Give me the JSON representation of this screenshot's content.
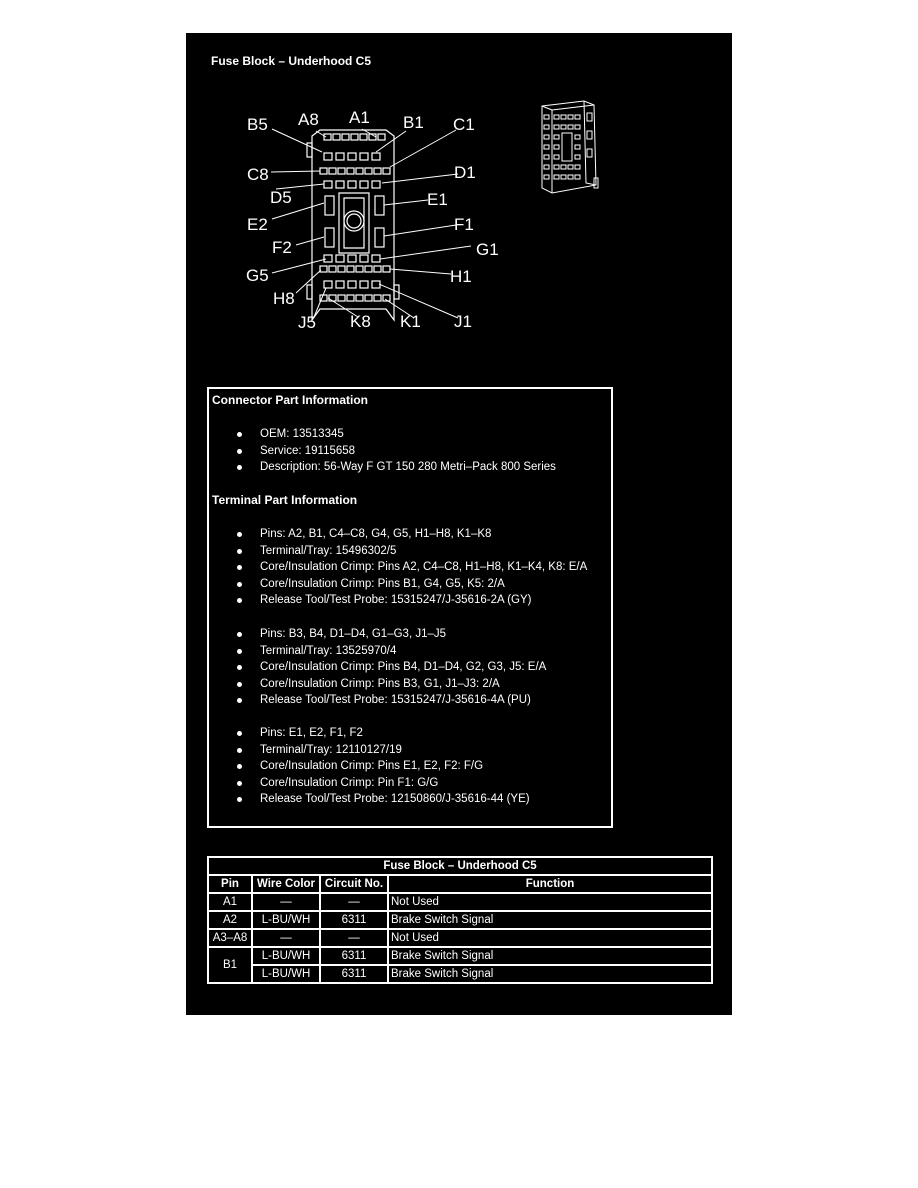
{
  "page_title": "Fuse Block – Underhood C5",
  "pin_labels": {
    "B5": "B5",
    "A8": "A8",
    "A1": "A1",
    "B1": "B1",
    "C1": "C1",
    "C8": "C8",
    "D1": "D1",
    "D5": "D5",
    "E1": "E1",
    "E2": "E2",
    "F1": "F1",
    "F2": "F2",
    "G1": "G1",
    "G5": "G5",
    "H1": "H1",
    "H8": "H8",
    "J5": "J5",
    "K8": "K8",
    "K1": "K1",
    "J1": "J1"
  },
  "connector_info": {
    "title": "Connector Part Information",
    "items": [
      "OEM: 13513345",
      "Service: 19115658",
      "Description: 56-Way F GT 150 280 Metri–Pack 800 Series"
    ]
  },
  "terminal_info": {
    "title": "Terminal Part Information",
    "groups": [
      [
        "Pins: A2, B1, C4–C8, G4, G5, H1–H8, K1–K8",
        "Terminal/Tray: 15496302/5",
        "Core/Insulation Crimp: Pins A2, C4–C8, H1–H8, K1–K4, K8: E/A",
        "Core/Insulation Crimp: Pins B1, G4, G5, K5: 2/A",
        "Release Tool/Test Probe: 15315247/J-35616-2A (GY)"
      ],
      [
        "Pins: B3, B4, D1–D4, G1–G3, J1–J5",
        "Terminal/Tray: 13525970/4",
        "Core/Insulation Crimp: Pins B4, D1–D4, G2, G3, J5: E/A",
        "Core/Insulation Crimp: Pins B3, G1, J1–J3: 2/A",
        "Release Tool/Test Probe: 15315247/J-35616-4A (PU)"
      ],
      [
        "Pins: E1, E2, F1, F2",
        "Terminal/Tray: 12110127/19",
        "Core/Insulation Crimp: Pins E1, E2, F2: F/G",
        "Core/Insulation Crimp: Pin F1: G/G",
        "Release Tool/Test Probe: 12150860/J-35616-44 (YE)"
      ]
    ]
  },
  "pin_table": {
    "title": "Fuse Block – Underhood C5",
    "headers": [
      "Pin",
      "Wire Color",
      "Circuit No.",
      "Function"
    ],
    "rows": [
      {
        "pin": "A1",
        "wire": "—",
        "circuit": "—",
        "function": "Not Used"
      },
      {
        "pin": "A2",
        "wire": "L-BU/WH",
        "circuit": "6311",
        "function": "Brake Switch Signal"
      },
      {
        "pin": "A3–A8",
        "wire": "—",
        "circuit": "—",
        "function": "Not Used"
      },
      {
        "pin": "B1",
        "wire": "L-BU/WH",
        "circuit": "6311",
        "function": "Brake Switch Signal"
      },
      {
        "pin": "",
        "wire": "L-BU/WH",
        "circuit": "6311",
        "function": "Brake Switch Signal"
      }
    ]
  },
  "colors": {
    "background": "#000000",
    "foreground": "#ffffff",
    "page": "#ffffff"
  }
}
